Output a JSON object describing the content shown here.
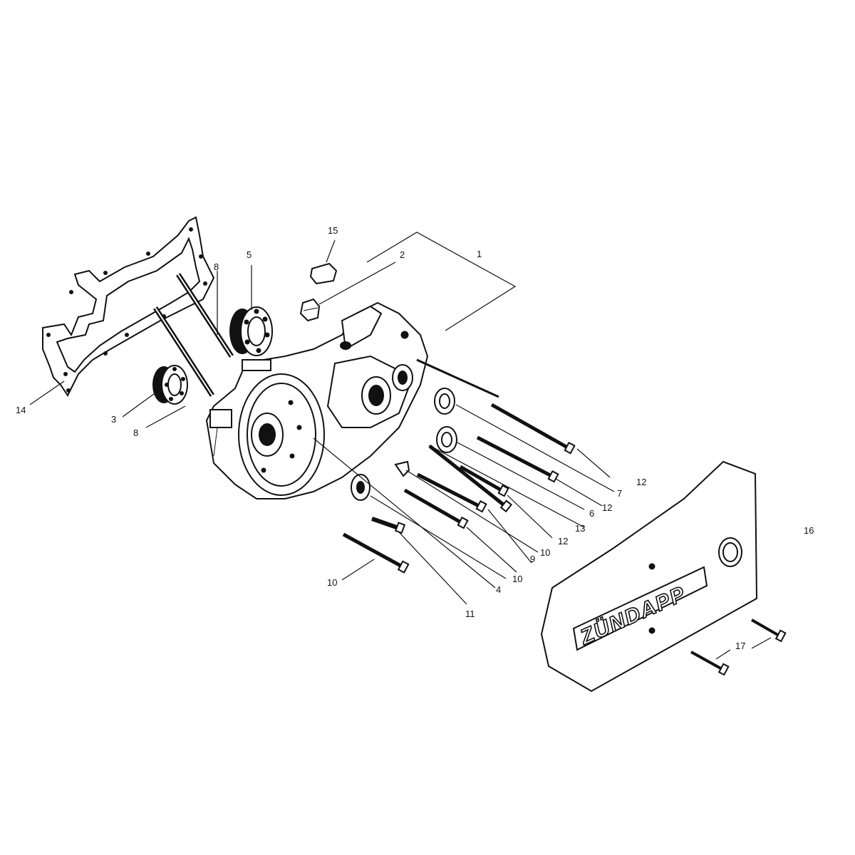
{
  "callouts": {
    "c1": "1",
    "c2": "2",
    "c3": "3",
    "c4": "4",
    "c5": "5",
    "c6": "6",
    "c7": "7",
    "c8a": "8",
    "c8b": "8",
    "c9": "9",
    "c10a": "10",
    "c10b": "10",
    "c10c": "10",
    "c11": "11",
    "c12a": "12",
    "c12b": "12",
    "c12c": "12",
    "c13": "13",
    "c14": "14",
    "c15": "15",
    "c16": "16",
    "c17": "17"
  },
  "cover_logo": "ZÜNDAPP"
}
